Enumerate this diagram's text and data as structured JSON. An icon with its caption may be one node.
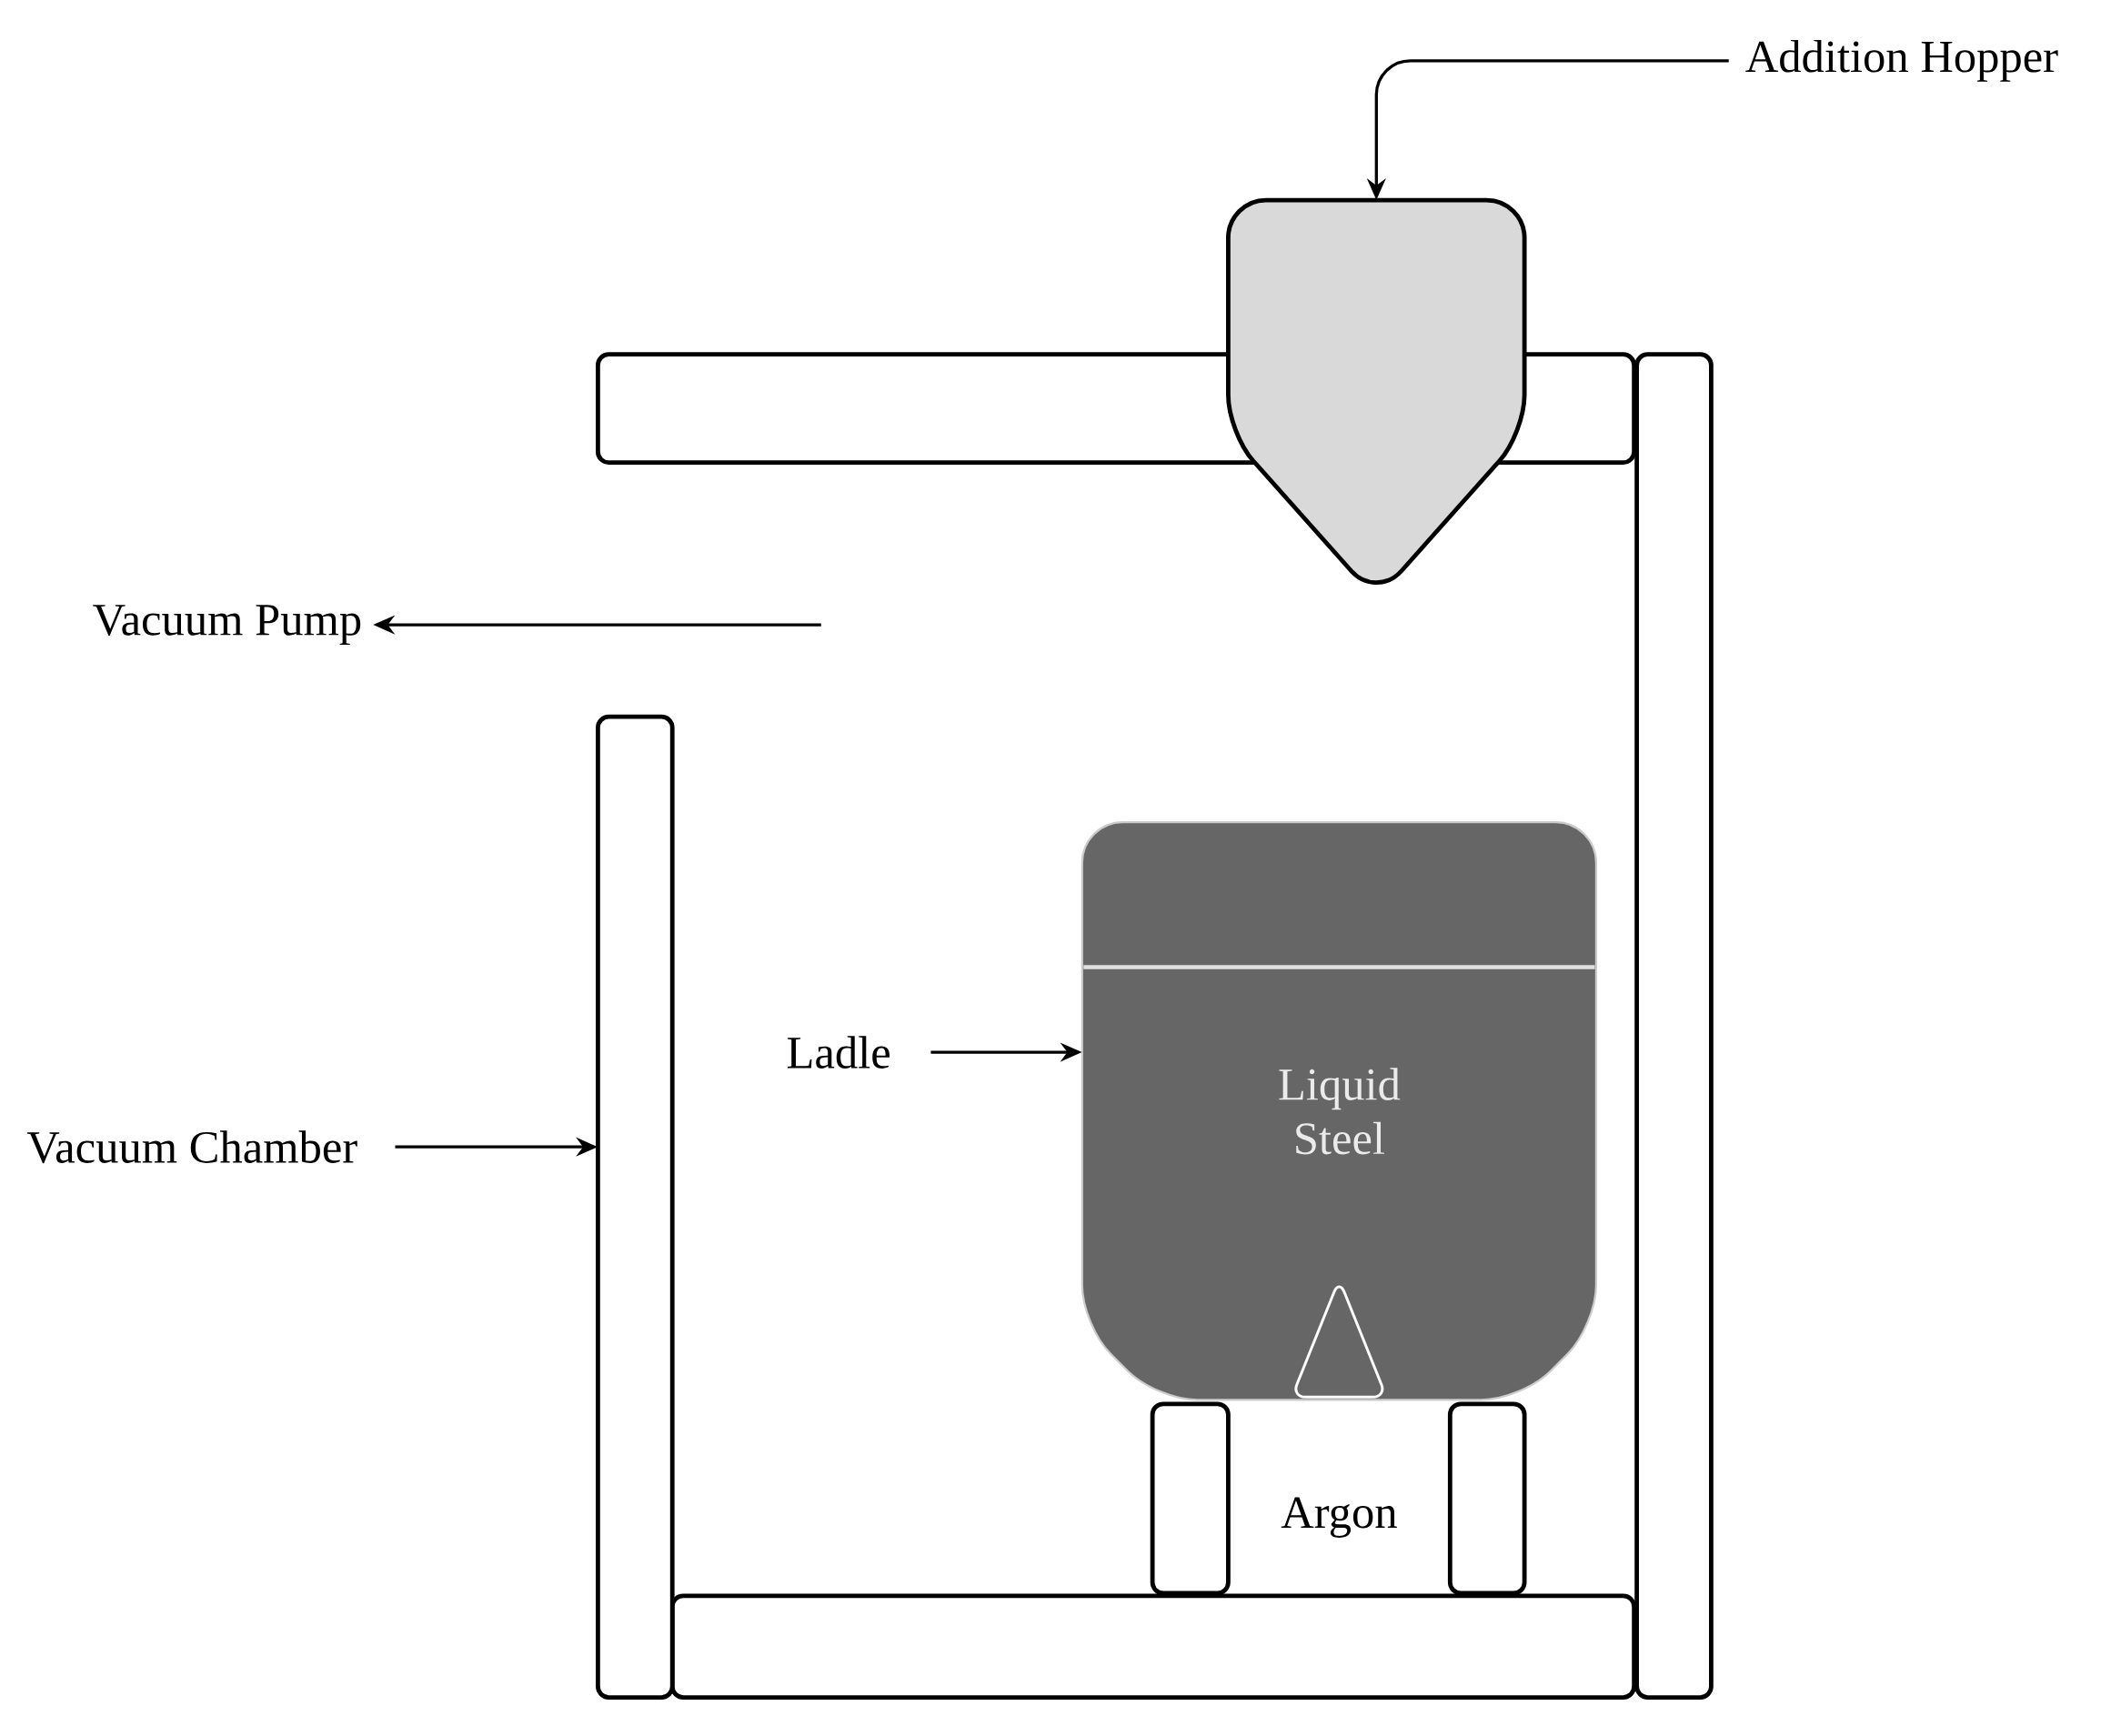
{
  "diagram": {
    "nodes": [
      {
        "text": [
          "Addition Hopper"
        ]
      },
      {
        "text": [],
        "shape": "pentagon"
      },
      {
        "text": [
          "Vacuum Pump"
        ]
      },
      {
        "text": [
          "Ladle"
        ]
      },
      {
        "text": [
          "Liquid Steel"
        ]
      },
      {
        "text": [
          "Vacuum Chamber"
        ]
      },
      {
        "text": [],
        "shape": "bar"
      }
    ],
    "edges": [
      {
        "from": 0,
        "to": 1,
        "arrow": "to"
      },
      {
        "from": null,
        "to": 2,
        "arrow": "to"
      },
      {
        "from": 3,
        "to": 4,
        "arrow": "to"
      },
      {
        "from": 5,
        "to": 6,
        "arrow": "to"
      }
    ],
    "labels": [
      "Argon"
    ]
  }
}
